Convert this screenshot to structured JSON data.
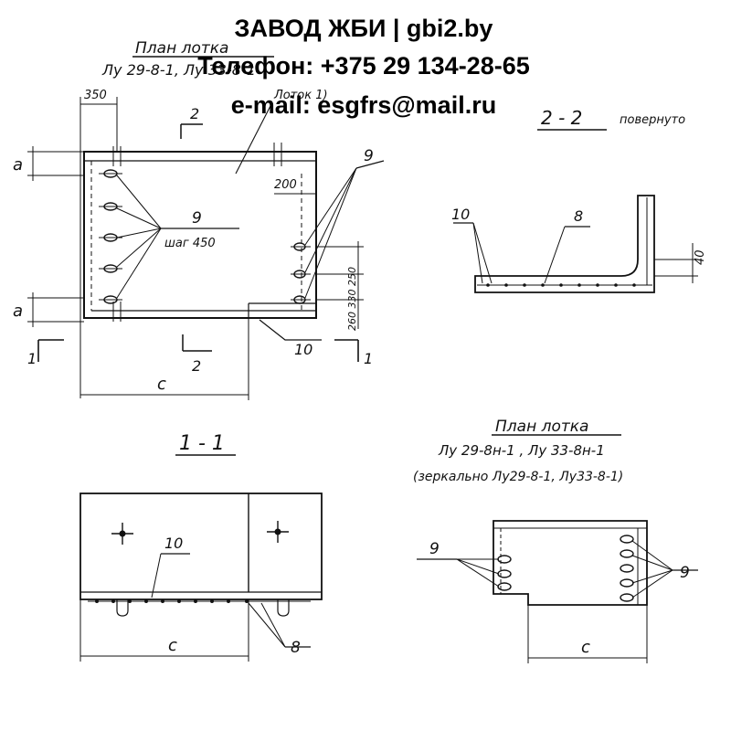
{
  "watermark": {
    "line1": "ЗАВОД ЖБИ | gbi2.by",
    "line2": "Телефон: +375 29 134-28-65",
    "line3": "e-mail: esgfrs@mail.ru"
  },
  "plan1": {
    "title": "План лотка",
    "subtitle": "Лу 29-8-1, Лу 33-8-1",
    "label_lotok": "Лоток 1)",
    "dim_350": "350",
    "dim_200": "200",
    "dim_a_top": "a",
    "dim_a_bottom": "a",
    "dim_c": "c",
    "callout_9_left": "9",
    "callout_9_step": "шаг 450",
    "callout_9_right": "9",
    "callout_10": "10",
    "section_2_top": "2",
    "section_2_bottom": "2",
    "section_1_left": "1",
    "section_1_right": "1",
    "dims_right": "260 330 250"
  },
  "section22": {
    "title": "2 - 2",
    "note": "повернуто",
    "callout_10": "10",
    "callout_8": "8",
    "dim_40": "40"
  },
  "section11": {
    "title": "1 - 1",
    "callout_10": "10",
    "callout_8": "8",
    "dim_c": "c"
  },
  "plan2": {
    "title": "План лотка",
    "subtitle": "Лу 29-8н-1 , Лу 33-8н-1",
    "mirror_note": "(зеркально Лу29-8-1, Лу33-8-1)",
    "callout_9_left": "9",
    "callout_9_right": "9",
    "dim_c": "c"
  }
}
